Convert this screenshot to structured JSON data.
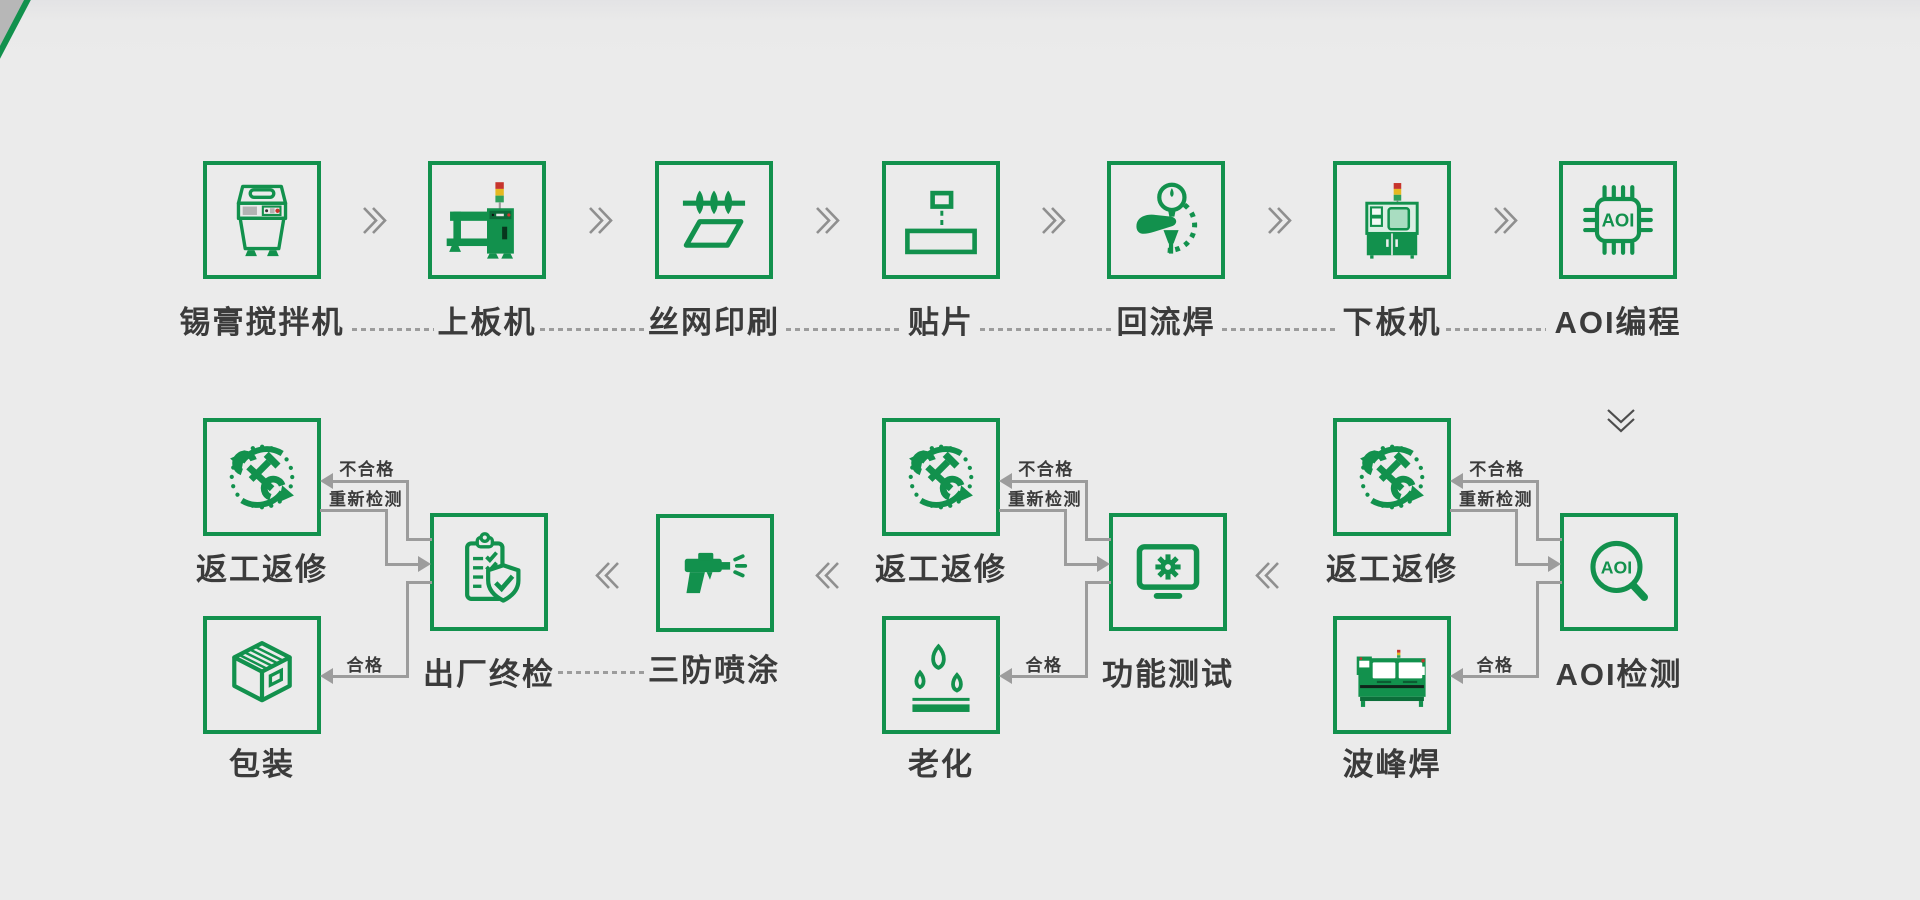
{
  "colors": {
    "green": "#12914d",
    "label_text": "#3b3b3b",
    "connector_gray": "#9c9c9c",
    "background": "#ebebeb",
    "corner_triangle": "#b7b7b7"
  },
  "icons": {
    "aoi_text": "AOI"
  },
  "top_row": {
    "steps": [
      {
        "label": "锡膏搅拌机",
        "icon": "solder-paste-mixer-icon"
      },
      {
        "label": "上板机",
        "icon": "board-loader-icon"
      },
      {
        "label": "丝网印刷",
        "icon": "screen-printing-icon"
      },
      {
        "label": "贴片",
        "icon": "pick-and-place-icon"
      },
      {
        "label": "回流焊",
        "icon": "reflow-soldering-icon"
      },
      {
        "label": "下板机",
        "icon": "board-unloader-icon"
      },
      {
        "label": "AOI编程",
        "icon": "aoi-programming-icon"
      }
    ]
  },
  "second_row": {
    "clusters": [
      {
        "rework_label": "返工返修",
        "rework_icon": "rework-icon",
        "inspection_label": "出厂终检",
        "inspection_icon": "final-inspection-icon",
        "lower_label": "包装",
        "lower_icon": "package-icon",
        "fail_label": "不合格",
        "retest_label": "重新检测",
        "pass_label": "合格"
      },
      {
        "rework_label": "返工返修",
        "rework_icon": "rework-icon",
        "inspection_label": "功能测试",
        "inspection_icon": "function-test-icon",
        "lower_label": "老化",
        "lower_icon": "aging-icon",
        "fail_label": "不合格",
        "retest_label": "重新检测",
        "pass_label": "合格"
      },
      {
        "rework_label": "返工返修",
        "rework_icon": "rework-icon",
        "inspection_label": "AOI检测",
        "inspection_icon": "aoi-inspection-icon",
        "lower_label": "波峰焊",
        "lower_icon": "wave-soldering-icon",
        "fail_label": "不合格",
        "retest_label": "重新检测",
        "pass_label": "合格"
      }
    ],
    "coating": {
      "label": "三防喷涂",
      "icon": "spray-gun-icon"
    }
  }
}
